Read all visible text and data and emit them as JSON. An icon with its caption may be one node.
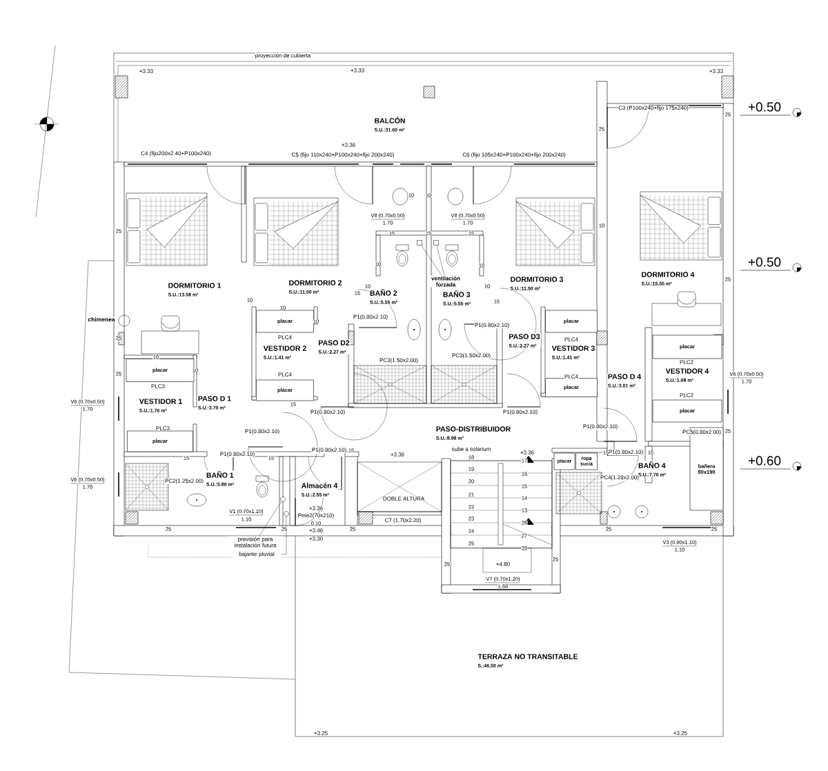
{
  "diagram": {
    "nodes": [
      {
        "text": [
          "BALCÓN",
          "S.U.:31.60 m²"
        ]
      },
      {
        "text": [
          "DORMITORIO 1",
          "S.U.:13.58 m²"
        ]
      },
      {
        "text": [
          "DORMITORIO 2",
          "S.U.:11.50 m²"
        ]
      },
      {
        "text": [
          "BAÑO 2",
          "S.U.:5.55 m²"
        ]
      },
      {
        "text": [
          "ventilación forzada"
        ]
      },
      {
        "text": [
          "BAÑO 3",
          "S.U.:5.55 m²"
        ]
      },
      {
        "text": [
          "DORMITORIO 3",
          "S.U.:11.50 m²"
        ]
      },
      {
        "text": [
          "DORMITORIO 4",
          "S.U.:15.55 m²"
        ]
      },
      {
        "text": [],
        "shape": "box"
      },
      {
        "text": [],
        "shape": "box"
      },
      {
        "text": [
          "placar"
        ]
      },
      {
        "text": [
          "VESTIDOR 2",
          "S.U.:1.41 m²"
        ]
      },
      {
        "text": [
          "PASO D2",
          "S.U.:2.27 m²"
        ]
      },
      {
        "text": [
          "PASO D3",
          "S.U.:2.27 m²"
        ]
      },
      {
        "text": [
          "placar"
        ]
      },
      {
        "text": [
          "VESTIDOR 3",
          "S.U.:1.41 m²"
        ]
      },
      {
        "text": [
          "placar"
        ]
      },
      {
        "text": [
          "placar"
        ]
      },
      {
        "text": [
          "VESTIDOR 4",
          "S.U.:1.68 m²"
        ]
      },
      {
        "text": [
          "placar"
        ]
      },
      {
        "text": [
          "placar"
        ]
      },
      {
        "text": [
          "PASO D 4",
          "S.U.:3.01 m²"
        ]
      },
      {
        "text": [
          "VESTIDOR 1",
          "S.U.:1.76 m²"
        ]
      },
      {
        "text": [
          "PASO D 1",
          "S.U.:3.70 m²"
        ]
      },
      {
        "text": [
          "placar"
        ]
      },
      {
        "text": [
          "PASO-DISTRIBUIDOR",
          "S.U.:8.98 m²"
        ]
      },
      {
        "text": [
          "placar"
        ]
      },
      {
        "text": [
          "placar"
        ]
      },
      {
        "text": [
          "ropa sucia"
        ]
      },
      {
        "text": [
          "BAÑO 1",
          "S.U.:5.80 m²"
        ]
      },
      {
        "text": [
          "BAÑO 4",
          "S.U.:7.70 m²"
        ]
      },
      {
        "text": [
          "bañera 80x190"
        ]
      },
      {
        "text": [
          "Almacén 4",
          "S.U.:2.55 m²"
        ]
      },
      {
        "text": [],
        "shape": "circle"
      },
      {
        "text": [],
        "shape": "circle"
      },
      {
        "text": [
          "previsión para instalación futura"
        ]
      },
      {
        "text": [
          "bajante pluvial"
        ]
      },
      {
        "text": [
          "TERRAZA NO TRANSITABLE",
          "S.:46.50 m²"
        ]
      }
    ],
    "edges": [
      {
        "from": 4,
        "to": 8,
        "arrow": "none"
      },
      {
        "from": 4,
        "to": 9,
        "arrow": "none"
      },
      {
        "from": 35,
        "to": 33,
        "arrow": "none"
      },
      {
        "from": 36,
        "to": 34,
        "arrow": "none"
      }
    ],
    "labels": [
      "proyección de cubierta",
      "+3.33",
      "+3.33",
      "+3.33",
      "+3.36",
      "C4 (fijo200x2.40+P100x240)",
      "C5 (fijo 110x240+P100x240+fijo 200x240)",
      "C6 (fijo 105x240+P100x240+fijo 200x240)",
      "C3 (P100x240+fijo 175x240)",
      "+0.50",
      "25",
      "25",
      "25",
      "10",
      "10",
      "V8 (0.70x0.50)",
      "1.70",
      "V8 (0.70x0.50)",
      "1.70",
      "10",
      "15",
      "15",
      "15",
      "+0.50",
      "10",
      "10",
      "25",
      "10",
      "10",
      "15",
      "10",
      "15",
      "10",
      "10",
      "chimenea",
      "P1(0.80x2.10)",
      "P1(0.80x2.10)",
      "25",
      "PLC4",
      "PLC4",
      "10",
      "PC3(1.50x2.00)",
      "PC3(1.50x2.00)",
      "PLC2",
      "10",
      "25",
      "PLC4",
      "V6 (0.70x0.50)",
      "1.70",
      "PLC4",
      "PLC3",
      "PLC2",
      "V6 (0.70x0.50)",
      "1.70",
      "15",
      "P1(0.80x2.10)",
      "P1(0.80x2.10)",
      "PLC3",
      "P1(0.80x2.10)",
      "PC5(0.80x2.00)",
      "25",
      "P1(0.80x2.10)",
      "sube a solarium",
      "+3.36",
      "+3.36",
      "P1(0.80x2.10)",
      "P1(0.80x2.10)",
      "P1(0.80x2.10)",
      "15",
      "15",
      "15",
      "15",
      "15",
      "+0.60",
      "18",
      "17",
      "19",
      "16",
      "20",
      "15",
      "21",
      "14",
      "22",
      "13",
      "23",
      "26",
      "24",
      "27",
      "25",
      "28",
      "V6 (0.70x0.50)",
      "1.70",
      "PC2(1.25x2.00)",
      "PC4(1.28x2.00)",
      "DOBLE ALTURA",
      "+3.36",
      "V1 (0.70x1.10)",
      "1.10",
      "Pme2(70x210)",
      "0.10",
      "C7 (1.70x2.20)",
      "25",
      "25",
      "+3.46",
      "25",
      "25",
      "25",
      "+3.30",
      "V3 (0.90x1.10)",
      "1.10",
      "25",
      "+4.80",
      "25",
      "V7 (0.70x1.20)",
      "1.68",
      "+3.25",
      "+3.25"
    ]
  }
}
